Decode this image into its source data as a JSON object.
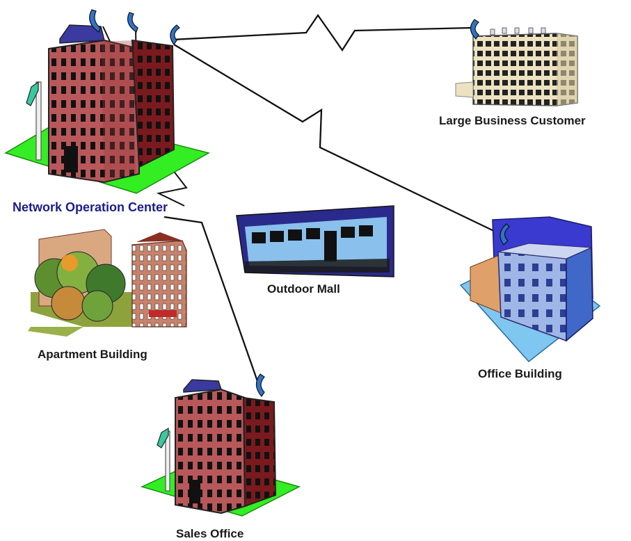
{
  "labels": {
    "noc": "Network Operation Center",
    "large_business": "Large Business Customer",
    "outdoor_mall": "Outdoor Mall",
    "apartment": "Apartment Building",
    "office": "Office Building",
    "sales_office": "Sales Office"
  },
  "colors": {
    "link": "#111111",
    "noc_label": "#1c1c8c",
    "brick": "#b8585a",
    "brick_dark": "#7a1a1e",
    "lawn": "#33ee22",
    "dish": "#2f73c8",
    "mall_blue": "#2a2a8c",
    "office_floor": "#7fc6f0"
  },
  "icons": [
    "noc-building",
    "satellite-dish",
    "street-light",
    "beige-office-building",
    "outdoor-mall",
    "apartment-town",
    "office-building",
    "sales-office-building"
  ]
}
